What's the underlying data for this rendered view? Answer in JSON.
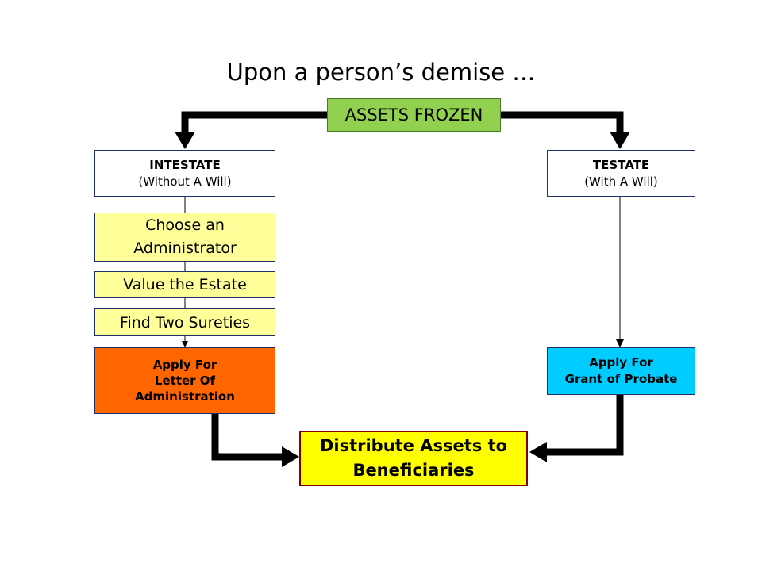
{
  "title": "Upon a person’s demise …",
  "nodes": {
    "frozen": "ASSETS FROZEN",
    "intestate": {
      "heading": "INTESTATE",
      "sub": "(Without A Will)"
    },
    "testate": {
      "heading": "TESTATE",
      "sub": "(With A Will)"
    },
    "choose": {
      "line1": "Choose an",
      "line2": "Administrator"
    },
    "value": "Value the Estate",
    "sureties": "Find Two Sureties",
    "letter": {
      "line1": "Apply For",
      "line2": "Letter Of",
      "line3": "Administration"
    },
    "probate": {
      "line1": "Apply For",
      "line2": "Grant of Probate"
    },
    "distribute": {
      "line1": "Distribute Assets to",
      "line2": "Beneficiaries"
    }
  },
  "colors": {
    "frozen": "#92d050",
    "step": "#ffff99",
    "letter": "#ff6600",
    "probate": "#00ccff",
    "distribute": "#ffff00",
    "border": "#1f2f6b",
    "distribute_border": "#800000"
  }
}
